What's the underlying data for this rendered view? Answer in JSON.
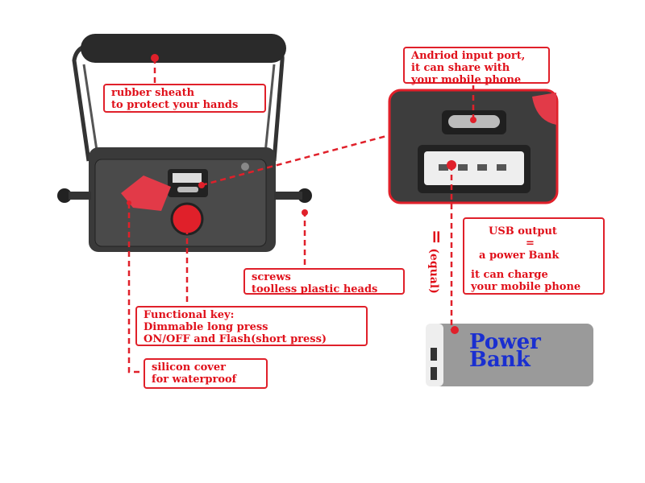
{
  "callouts": {
    "rubber": [
      "rubber sheath",
      "to protect your hands"
    ],
    "android": [
      "Andriod input port,",
      "it can share with",
      "your mobile phone"
    ],
    "usb": [
      "USB output",
      "=",
      "a power Bank",
      "it can charge",
      "your mobile phone"
    ],
    "screws": [
      "screws",
      "toolless plastic heads"
    ],
    "key": [
      "Functional key:",
      "Dimmable long press",
      "ON/OFF and Flash(short press)"
    ],
    "silicon": [
      "silicon cover",
      "for waterproof"
    ]
  },
  "equal": {
    "symbol": "=",
    "text": "(equal)"
  },
  "power_bank": {
    "line1": "Power",
    "line2": "Bank"
  },
  "colors": {
    "accent": "#e0202a",
    "powerbank_text": "#1a2fd0"
  }
}
